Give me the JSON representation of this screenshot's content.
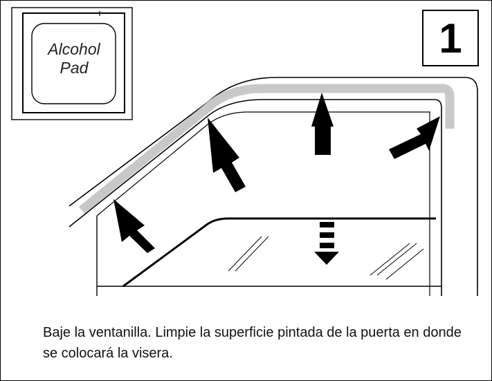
{
  "step": {
    "number": "1"
  },
  "alcohol_pad": {
    "line1": "Alcohol",
    "line2": "Pad"
  },
  "instruction": {
    "text": "Baje la ventanilla. Limpie la superficie pintada de la puerta en donde se colocará la visera."
  },
  "icons": [
    "alcohol-pad-icon",
    "up-arrow-icon",
    "down-arrow-icon"
  ]
}
